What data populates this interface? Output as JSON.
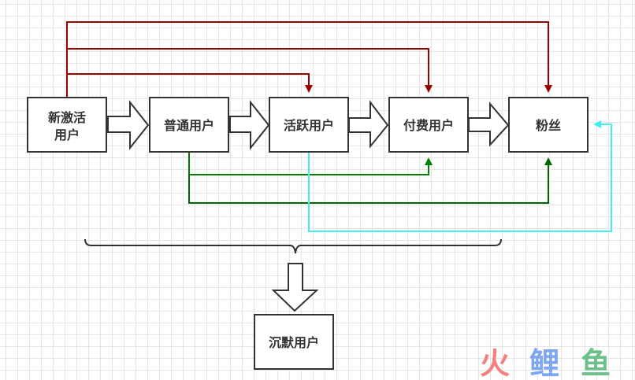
{
  "nodes": {
    "new_active": {
      "line1": "新激活",
      "line2": "用户"
    },
    "normal": {
      "label": "普通用户"
    },
    "active": {
      "label": "活跃用户"
    },
    "paying": {
      "label": "付费用户"
    },
    "fans": {
      "label": "粉丝"
    },
    "silent": {
      "label": "沉默用户"
    }
  },
  "edges": [
    {
      "from": "新激活用户",
      "to": "普通用户",
      "style": "block-arrow"
    },
    {
      "from": "普通用户",
      "to": "活跃用户",
      "style": "block-arrow"
    },
    {
      "from": "活跃用户",
      "to": "付费用户",
      "style": "block-arrow"
    },
    {
      "from": "付费用户",
      "to": "粉丝",
      "style": "block-arrow"
    },
    {
      "from": "新激活用户",
      "to": "活跃用户",
      "color": "#990000"
    },
    {
      "from": "新激活用户",
      "to": "付费用户",
      "color": "#990000"
    },
    {
      "from": "新激活用户",
      "to": "粉丝",
      "color": "#990000"
    },
    {
      "from": "普通用户",
      "to": "付费用户",
      "color": "#008000"
    },
    {
      "from": "普通用户",
      "to": "粉丝",
      "color": "#006600"
    },
    {
      "from": "活跃用户",
      "to": "粉丝",
      "color": "#33ffff"
    },
    {
      "from": "brace(新激活用户…付费用户)",
      "to": "沉默用户",
      "style": "block-arrow"
    }
  ],
  "colors": {
    "skip_red": "#990000",
    "skip_green": "#008000",
    "skip_dark_green": "#006600",
    "cyan": "#44eeee",
    "box_border": "#333333"
  },
  "watermark": {
    "char1": "火",
    "char2": "鲤",
    "char3": "鱼",
    "color1": "#f48080",
    "color2": "#7fa6f0",
    "color3": "#6cc08a"
  }
}
